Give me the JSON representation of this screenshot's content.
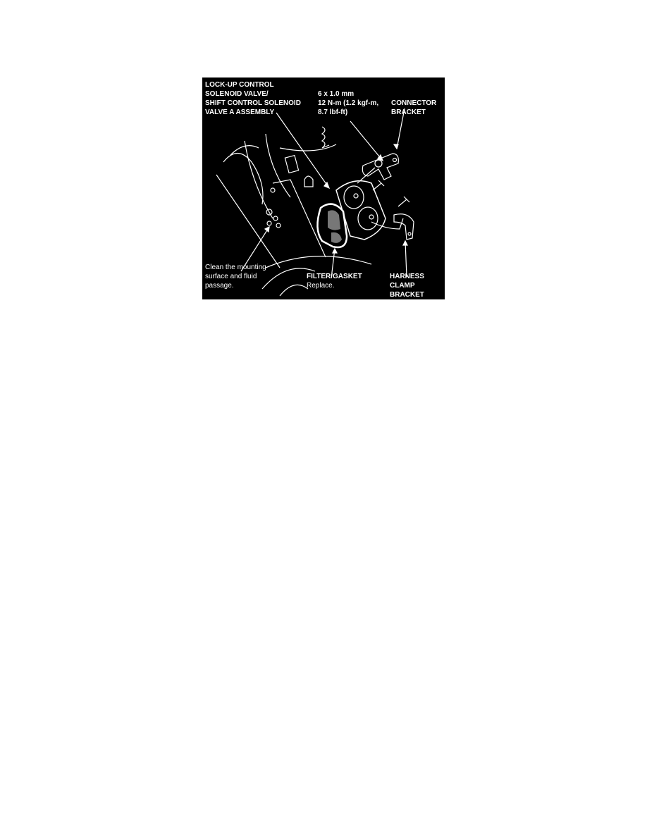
{
  "figure": {
    "valve_label": [
      "LOCK-UP CONTROL",
      "SOLENOID VALVE/",
      "SHIFT CONTROL SOLENOID",
      "VALVE A ASSEMBLY"
    ],
    "bolt_label": [
      "6 x 1.0 mm",
      "12 N-m (1.2 kgf-m,",
      "8.7 lbf-ft)"
    ],
    "connector_label": [
      "CONNECTOR",
      "BRACKET"
    ],
    "clean_label": [
      "Clean the mounting",
      "surface and fluid",
      "passage."
    ],
    "filter_label": "FILTER/GASKET",
    "filter_note": "Replace.",
    "harness_label": [
      "HARNESS",
      "CLAMP",
      "BRACKET"
    ]
  }
}
